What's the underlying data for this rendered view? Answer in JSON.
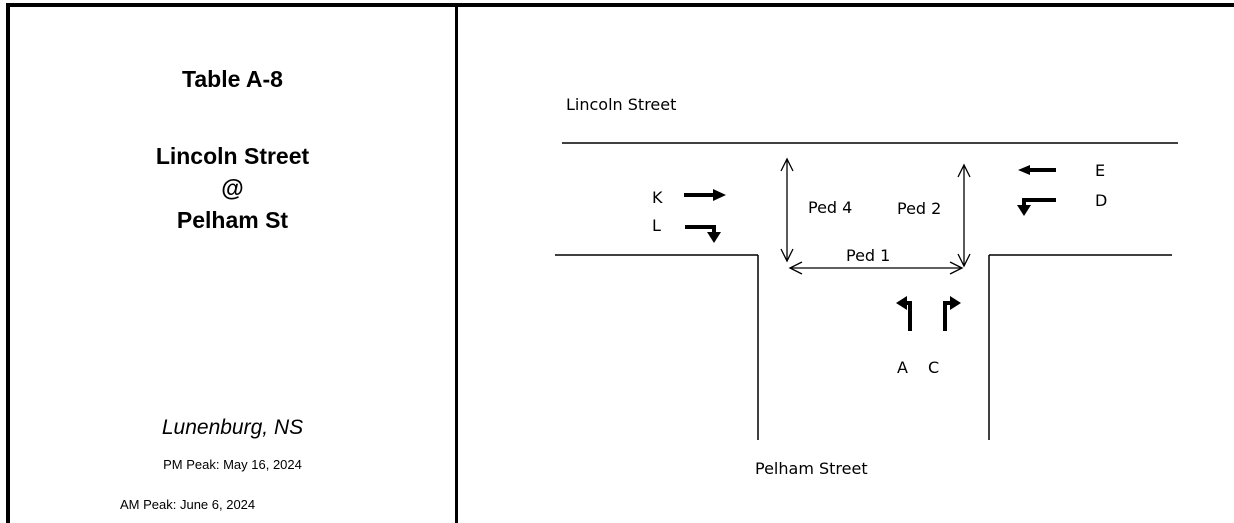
{
  "panel": {
    "table_title": "Table A-8",
    "street1": "Lincoln Street",
    "at": "@",
    "street2": "Pelham St",
    "location": "Lunenburg, NS",
    "pm_peak": "PM Peak: May 16, 2024",
    "am_peak": "AM Peak: June 6, 2024"
  },
  "diagram": {
    "top_street": "Lincoln Street",
    "bottom_street": "Pelham Street",
    "movements": {
      "k": "K",
      "l": "L",
      "e": "E",
      "d": "D",
      "a": "A",
      "c": "C"
    },
    "ped": {
      "ped1": "Ped 1",
      "ped2": "Ped 2",
      "ped4": "Ped 4"
    }
  }
}
